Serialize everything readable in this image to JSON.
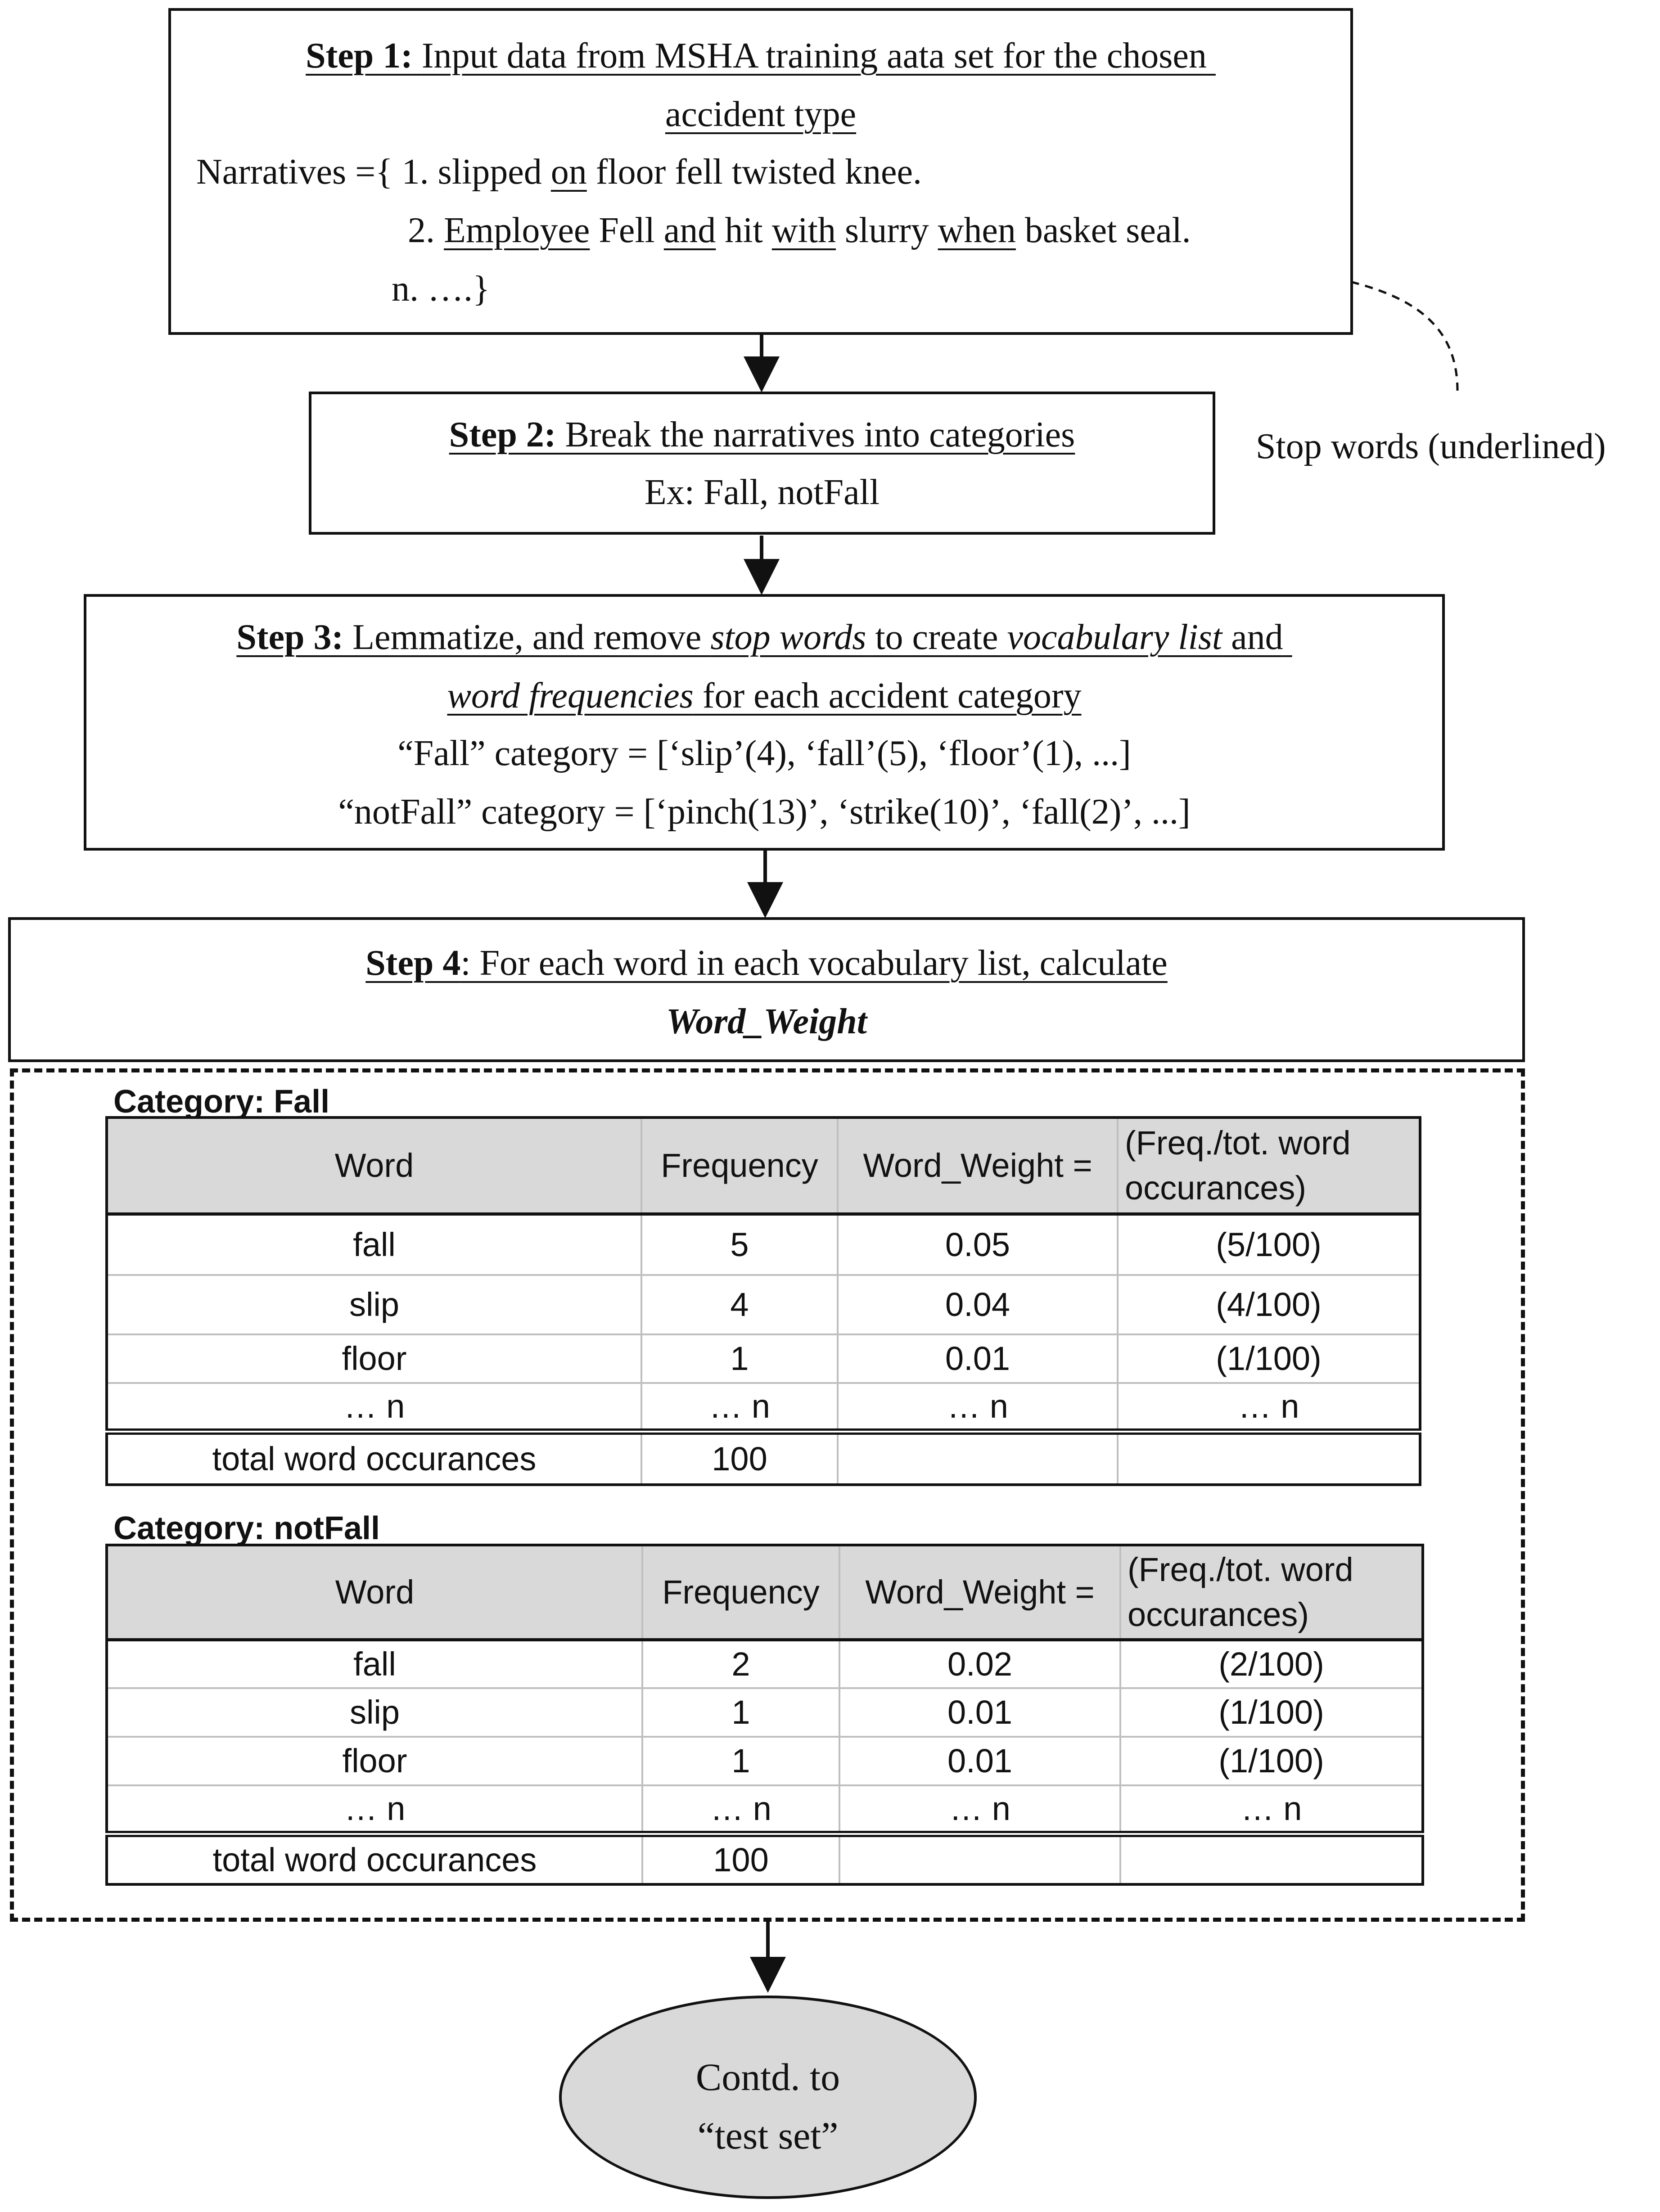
{
  "step1": {
    "label": "Step 1:",
    "title_line1": "Input data from MSHA training aata set for the chosen",
    "title_line2": "accident type",
    "narratives_prefix": "Narratives ={ 1. slipped ",
    "narrative1_stop1": "on",
    "narrative1_rest": " floor fell twisted knee.",
    "narrative2_prefix": "2. ",
    "narrative2_stop1": "Employee",
    "narrative2_mid1": " Fell ",
    "narrative2_stop2": "and",
    "narrative2_mid2": " hit ",
    "narrative2_stop3": "with",
    "narrative2_mid3": " slurry ",
    "narrative2_stop4": "when",
    "narrative2_rest": " basket seal.",
    "narrative_n": "n. ….}"
  },
  "stopwords_note": "Stop words (underlined)",
  "step2": {
    "label": "Step 2:",
    "title": " Break the narratives into categories",
    "example": "Ex: Fall, notFall"
  },
  "step3": {
    "label": "Step 3:",
    "t1": " Lemmatize, and remove ",
    "t2": "stop words",
    "t3": " to create ",
    "t4": "vocabulary list",
    "t5": " and",
    "t6": "word frequencies",
    "t7": " for each accident category",
    "fall_line": "“Fall” category = [‘slip’(4), ‘fall’(5), ‘floor’(1), ...]",
    "notfall_line": "“notFall” category = [‘pinch(13)’, ‘strike(10)’, ‘fall(2)’, ...]"
  },
  "step4": {
    "label": "Step 4",
    "title": ": For each word in each vocabulary list, calculate",
    "subtitle": "Word_Weight"
  },
  "tables": [
    {
      "category_label": "Category: Fall",
      "headers": [
        "Word",
        "Frequency",
        "Word_Weight =",
        "(Freq./tot. word occurances)"
      ],
      "rows": [
        [
          "fall",
          "5",
          "0.05",
          "(5/100)"
        ],
        [
          "slip",
          "4",
          "0.04",
          "(4/100)"
        ],
        [
          "floor",
          "1",
          "0.01",
          "(1/100)"
        ],
        [
          "… n",
          "… n",
          "… n",
          "… n"
        ]
      ],
      "total_label": "total word occurances",
      "total_value": "100"
    },
    {
      "category_label": "Category: notFall",
      "headers": [
        "Word",
        "Frequency",
        "Word_Weight =",
        "(Freq./tot. word occurances)"
      ],
      "rows": [
        [
          "fall",
          "2",
          "0.02",
          "(2/100)"
        ],
        [
          "slip",
          "1",
          "0.01",
          "(1/100)"
        ],
        [
          "floor",
          "1",
          "0.01",
          "(1/100)"
        ],
        [
          "… n",
          "… n",
          "… n",
          "… n"
        ]
      ],
      "total_label": "total word occurances",
      "total_value": "100"
    }
  ],
  "end": {
    "line1": "Contd. to",
    "line2": "“test set”"
  }
}
